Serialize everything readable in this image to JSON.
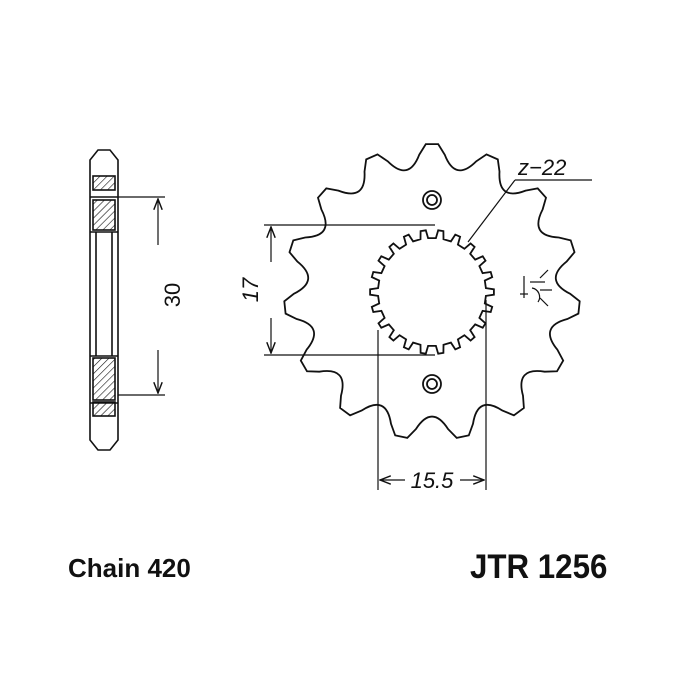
{
  "diagram": {
    "teeth_label": "z−22",
    "dim_side_height": "30",
    "dim_spline_height": "17",
    "dim_bolt_span": "15.5",
    "teeth_count": 15,
    "spline_count": 22,
    "line_color": "#111111"
  },
  "caption": {
    "chain": "Chain 420",
    "part_number": "JTR 1256"
  }
}
